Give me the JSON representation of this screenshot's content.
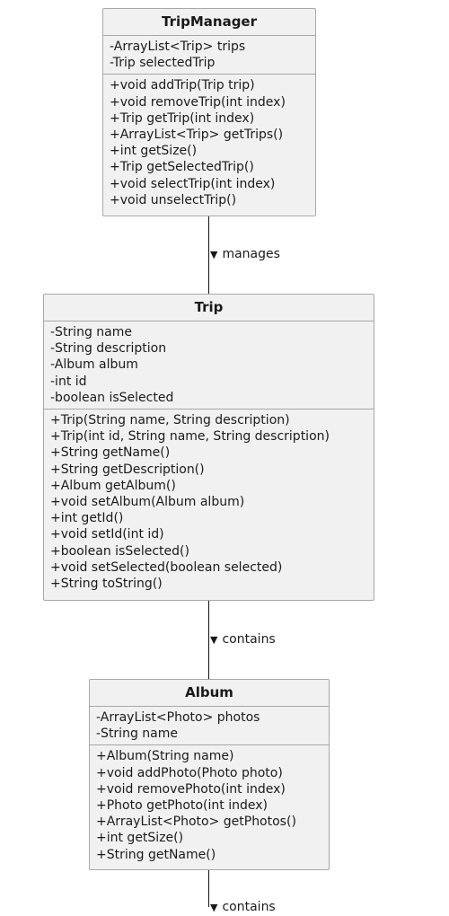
{
  "classes": [
    {
      "name": "TripManager",
      "attributes": [
        "-ArrayList<Trip> trips",
        "-Trip selectedTrip"
      ],
      "methods": [
        "+void addTrip(Trip trip)",
        "+void removeTrip(int index)",
        "+Trip getTrip(int index)",
        "+ArrayList<Trip> getTrips()",
        "+int getSize()",
        "+Trip getSelectedTrip()",
        "+void selectTrip(int index)",
        "+void unselectTrip()"
      ]
    },
    {
      "name": "Trip",
      "attributes": [
        "-String name",
        "-String description",
        "-Album album",
        "-int id",
        "-boolean isSelected"
      ],
      "methods": [
        "+Trip(String name, String description)",
        "+Trip(int id, String name, String description)",
        "+String getName()",
        "+String getDescription()",
        "+Album getAlbum()",
        "+void setAlbum(Album album)",
        "+int getId()",
        "+void setId(int id)",
        "+boolean isSelected()",
        "+void setSelected(boolean selected)",
        "+String toString()"
      ]
    },
    {
      "name": "Album",
      "attributes": [
        "-ArrayList<Photo> photos",
        "-String name"
      ],
      "methods": [
        "+Album(String name)",
        "+void addPhoto(Photo photo)",
        "+void removePhoto(int index)",
        "+Photo getPhoto(int index)",
        "+ArrayList<Photo> getPhotos()",
        "+int getSize()",
        "+String getName()"
      ]
    }
  ],
  "relations": [
    {
      "arrow": "▼",
      "label": "manages"
    },
    {
      "arrow": "▼",
      "label": "contains"
    },
    {
      "arrow": "▼",
      "label": "contains"
    }
  ]
}
